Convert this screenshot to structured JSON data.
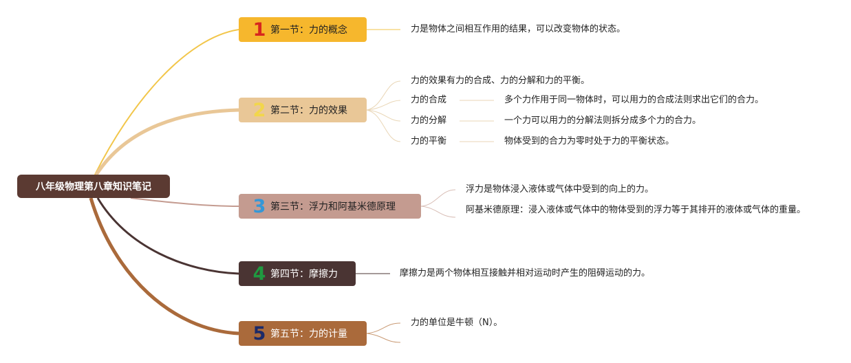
{
  "root": {
    "label": "八年级物理第八章知识笔记"
  },
  "colors": {
    "root": "#5b3a32",
    "s1": "#f6b72d",
    "s2": "#e9c797",
    "s3": "#c49b90",
    "s4": "#4a3433",
    "s5": "#aa6a3b",
    "num1": "#d7261e",
    "num2": "#f2d64b",
    "num3": "#3597d6",
    "num4": "#1f9a40",
    "num5": "#1c2a68"
  },
  "sections": [
    {
      "num": "1",
      "label": "第一节：力的概念"
    },
    {
      "num": "2",
      "label": "第二节：力的效果"
    },
    {
      "num": "3",
      "label": "第三节：浮力和阿基米德原理"
    },
    {
      "num": "4",
      "label": "第四节：摩擦力"
    },
    {
      "num": "5",
      "label": "第五节：力的计量"
    }
  ],
  "s1": {
    "text": "力是物体之间相互作用的结果，可以改变物体的状态。"
  },
  "s2": {
    "intro": "力的效果有力的合成、力的分解和力的平衡。",
    "items": [
      {
        "label": "力的合成",
        "desc": "多个力作用于同一物体时，可以用力的合成法则求出它们的合力。"
      },
      {
        "label": "力的分解",
        "desc": "一个力可以用力的分解法则拆分成多个力的合力。"
      },
      {
        "label": "力的平衡",
        "desc": "物体受到的合力为零时处于力的平衡状态。"
      }
    ]
  },
  "s3": {
    "items": [
      "浮力是物体浸入液体或气体中受到的向上的力。",
      "阿基米德原理：浸入液体或气体中的物体受到的浮力等于其排开的液体或气体的重量。"
    ]
  },
  "s4": {
    "text": "摩擦力是两个物体相互接触并相对运动时产生的阻碍运动的力。"
  },
  "s5": {
    "text": "力的单位是牛顿（N）。"
  }
}
